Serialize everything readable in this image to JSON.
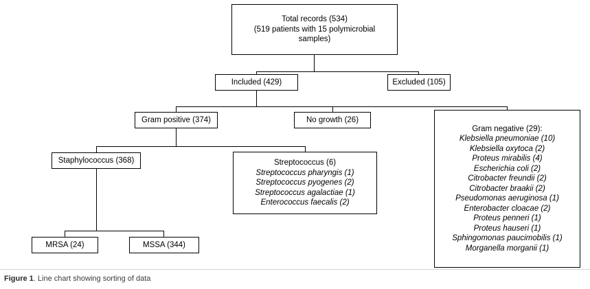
{
  "figure": {
    "label": "Figure 1",
    "caption_text": ". Line chart showing sorting of data"
  },
  "colors": {
    "box_border": "#000000",
    "connector": "#000000",
    "text": "#000000",
    "caption_text": "#3b3b3b",
    "background": "#ffffff"
  },
  "chart_data": {
    "type": "diagram",
    "title": "Line chart showing sorting of data",
    "nodes": [
      {
        "id": "total-records",
        "lines": [
          {
            "text": "Total records (534)",
            "italic": false
          },
          {
            "text": "(519 patients with 15 polymicrobial",
            "italic": false
          },
          {
            "text": "samples)",
            "italic": false
          }
        ],
        "value": 534
      },
      {
        "id": "included",
        "lines": [
          {
            "text": "Included (429)",
            "italic": false
          }
        ],
        "value": 429
      },
      {
        "id": "excluded",
        "lines": [
          {
            "text": "Excluded (105)",
            "italic": false
          }
        ],
        "value": 105
      },
      {
        "id": "gram-positive",
        "lines": [
          {
            "text": "Gram positive (374)",
            "italic": false
          }
        ],
        "value": 374
      },
      {
        "id": "no-growth",
        "lines": [
          {
            "text": "No growth (26)",
            "italic": false
          }
        ],
        "value": 26
      },
      {
        "id": "gram-negative",
        "lines": [
          {
            "text": "Gram negative (29):",
            "italic": false
          },
          {
            "text": "Klebsiella pneumoniae (10)",
            "italic": true
          },
          {
            "text": "Klebsiella oxytoca (2)",
            "italic": true
          },
          {
            "text": "Proteus mirabilis (4)",
            "italic": true
          },
          {
            "text": "Escherichia coli (2)",
            "italic": true
          },
          {
            "text": "Citrobacter freundii (2)",
            "italic": true
          },
          {
            "text": "Citrobacter braakii (2)",
            "italic": true
          },
          {
            "text": "Pseudomonas aeruginosa (1)",
            "italic": true
          },
          {
            "text": "Enterobacter cloacae (2)",
            "italic": true
          },
          {
            "text": "Proteus penneri (1)",
            "italic": true
          },
          {
            "text": "Proteus hauseri (1)",
            "italic": true
          },
          {
            "text": "Sphingomonas paucimobilis (1)",
            "italic": true
          },
          {
            "text": "Morganella morganii (1)",
            "italic": true
          }
        ],
        "value": 29
      },
      {
        "id": "staphylococcus",
        "lines": [
          {
            "text": "Staphylococcus (368)",
            "italic": false
          }
        ],
        "value": 368
      },
      {
        "id": "streptococcus",
        "lines": [
          {
            "text": "Streptococcus (6)",
            "italic": false
          },
          {
            "text": "Streptococcus pharyngis (1)",
            "italic": true
          },
          {
            "text": "Streptococcus pyogenes (2)",
            "italic": true
          },
          {
            "text": "Streptococcus agalactiae (1)",
            "italic": true
          },
          {
            "text": "Enterococcus faecalis (2)",
            "italic": true
          }
        ],
        "value": 6
      },
      {
        "id": "mrsa",
        "lines": [
          {
            "text": "MRSA (24)",
            "italic": false
          }
        ],
        "value": 24
      },
      {
        "id": "mssa",
        "lines": [
          {
            "text": "MSSA (344)",
            "italic": false
          }
        ],
        "value": 344
      }
    ],
    "edges": [
      {
        "from": "total-records",
        "to": "included"
      },
      {
        "from": "total-records",
        "to": "excluded"
      },
      {
        "from": "included",
        "to": "gram-positive"
      },
      {
        "from": "included",
        "to": "no-growth"
      },
      {
        "from": "included",
        "to": "gram-negative"
      },
      {
        "from": "gram-positive",
        "to": "staphylococcus"
      },
      {
        "from": "gram-positive",
        "to": "streptococcus"
      },
      {
        "from": "staphylococcus",
        "to": "mrsa"
      },
      {
        "from": "staphylococcus",
        "to": "mssa"
      }
    ]
  },
  "boxes": {
    "total_records": {
      "l1": "Total records (534)",
      "l2": "(519 patients with 15 polymicrobial",
      "l3": "samples)"
    },
    "included": {
      "label": "Included (429)"
    },
    "excluded": {
      "label": "Excluded (105)"
    },
    "gram_positive": {
      "label": "Gram positive (374)"
    },
    "no_growth": {
      "label": "No growth (26)"
    },
    "staphylococcus": {
      "label": "Staphylococcus (368)"
    },
    "mrsa": {
      "label": "MRSA (24)"
    },
    "mssa": {
      "label": "MSSA (344)"
    },
    "streptococcus": {
      "header": "Streptococcus (6)",
      "i1": "Streptococcus pharyngis (1)",
      "i2": "Streptococcus pyogenes (2)",
      "i3": "Streptococcus agalactiae (1)",
      "i4": "Enterococcus faecalis (2)"
    },
    "gram_negative": {
      "header": "Gram negative (29):",
      "i1": "Klebsiella pneumoniae (10)",
      "i2": "Klebsiella oxytoca (2)",
      "i3": "Proteus mirabilis (4)",
      "i4": "Escherichia coli (2)",
      "i5": "Citrobacter freundii (2)",
      "i6": "Citrobacter braakii (2)",
      "i7": "Pseudomonas aeruginosa (1)",
      "i8": "Enterobacter cloacae (2)",
      "i9": "Proteus penneri (1)",
      "i10": "Proteus hauseri (1)",
      "i11": "Sphingomonas paucimobilis (1)",
      "i12": "Morganella morganii (1)"
    }
  }
}
